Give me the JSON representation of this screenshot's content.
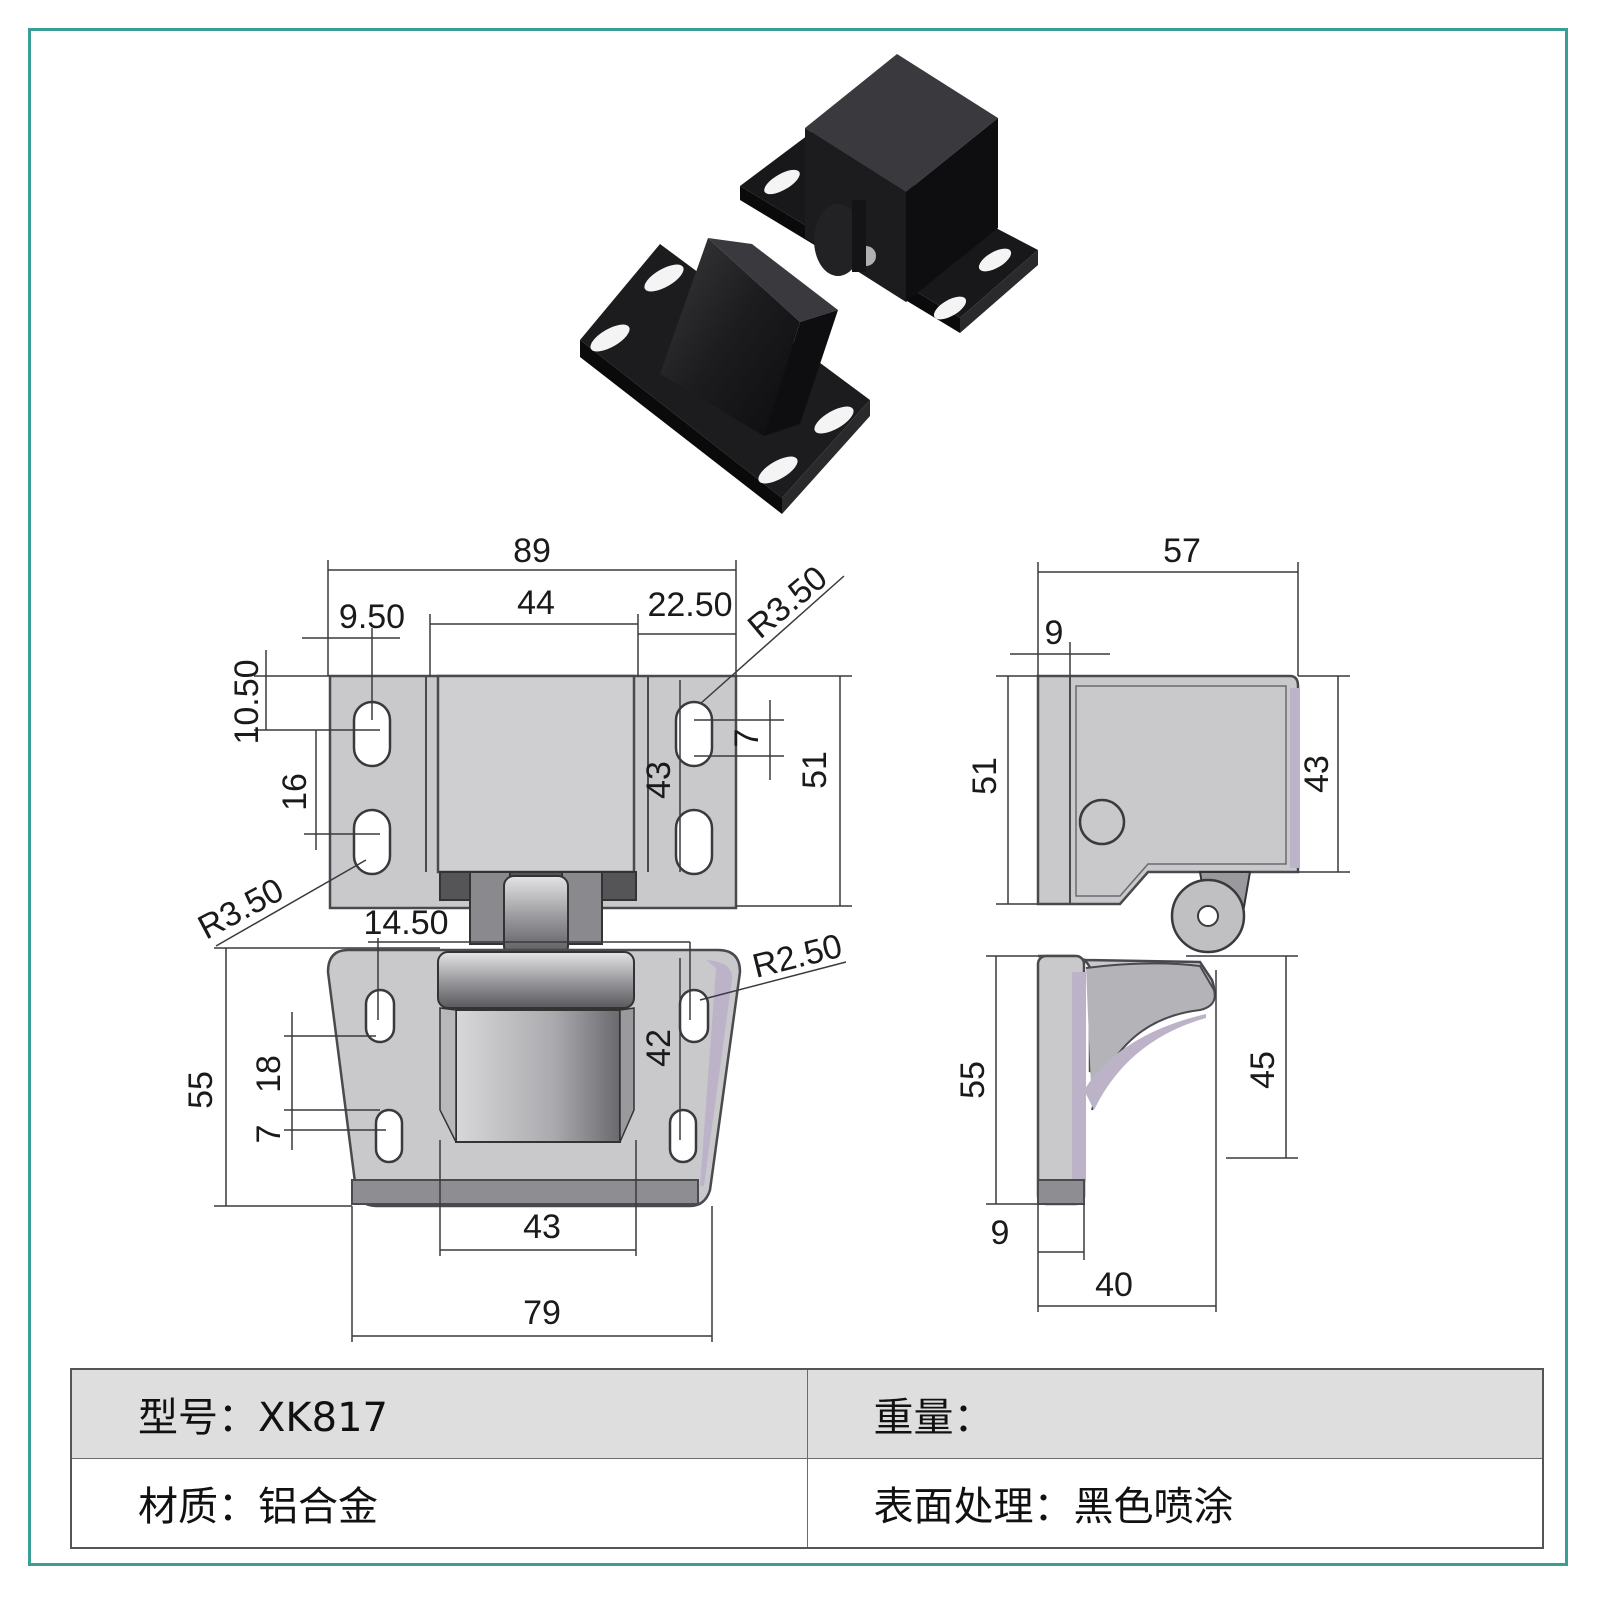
{
  "dimensions": {
    "front_top": {
      "total_width": "89",
      "hole_offset": "9.50",
      "body_width": "44",
      "right_offset": "22.50",
      "corner_radius_right": "R3.50",
      "top_offset": "10.50",
      "hole_pitch": "16",
      "slot_length": "7",
      "body_height": "43",
      "total_height": "51",
      "corner_radius_left": "R3.50"
    },
    "front_bottom": {
      "hole_offset": "14.50",
      "corner_radius": "R2.50",
      "total_height": "55",
      "hole_pitch": "18",
      "slot_length": "7",
      "block_height": "42",
      "block_width": "43",
      "total_width": "79"
    },
    "side_top": {
      "total_width": "57",
      "flange": "9",
      "total_height": "51",
      "body_height": "43"
    },
    "side_bottom": {
      "total_height": "55",
      "catch_height": "45",
      "flange": "9",
      "total_width": "40"
    }
  },
  "specs": {
    "model_label": "型号：XK817",
    "weight_label": "重量：",
    "material_label": "材质：铝合金",
    "finish_label": "表面处理：黑色喷涂"
  },
  "colors": {
    "frame": "#3a9e96",
    "product": "#1c1c1e",
    "part_fill": "#c9c9cc",
    "table_header": "#dedede"
  }
}
